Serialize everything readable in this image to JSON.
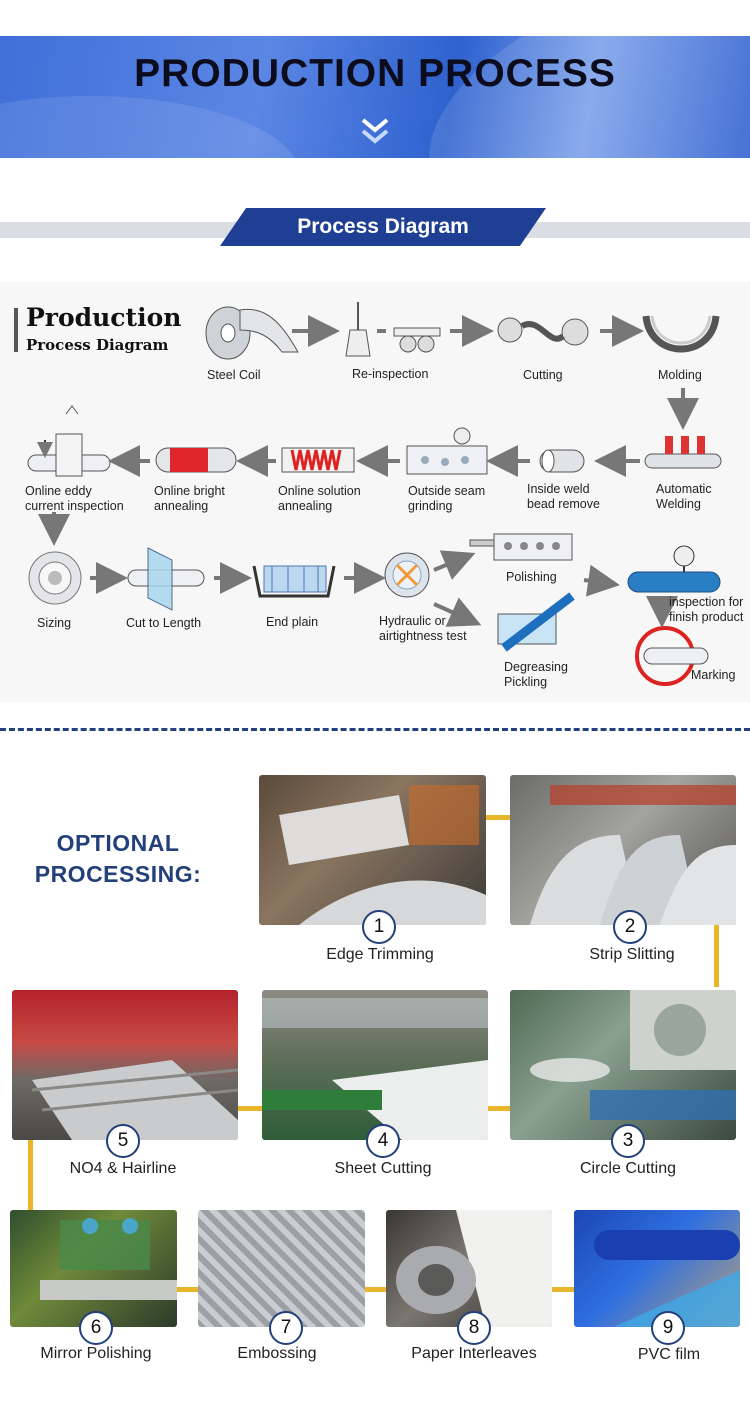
{
  "header": {
    "title": "PRODUCTION PROCESS"
  },
  "section": {
    "ribbon": "Process Diagram"
  },
  "diagram": {
    "title_line1": "Production",
    "title_line2": "Process Diagram",
    "steps": [
      "Steel Coil",
      "Re-inspection",
      "Cutting",
      "Molding",
      "Automatic\nWelding",
      "Inside weld\nbead remove",
      "Outside seam\ngrinding",
      "Online solution\nannealing",
      "Online bright\nannealing",
      "Online eddy\ncurrent inspection",
      "Sizing",
      "Cut to Length",
      "End plain",
      "Hydraulic or\nairtightness test",
      "Polishing",
      "Degreasing\nPickling",
      "inspection for\nfinish product",
      "Marking"
    ]
  },
  "optional": {
    "title": "OPTIONAL\nPROCESSING:",
    "items": [
      {
        "num": "1",
        "label": "Edge Trimming"
      },
      {
        "num": "2",
        "label": "Strip Slitting"
      },
      {
        "num": "3",
        "label": "Circle Cutting"
      },
      {
        "num": "4",
        "label": "Sheet Cutting"
      },
      {
        "num": "5",
        "label": "NO4 & Hairline"
      },
      {
        "num": "6",
        "label": "Mirror Polishing"
      },
      {
        "num": "7",
        "label": "Embossing"
      },
      {
        "num": "8",
        "label": "Paper Interleaves"
      },
      {
        "num": "9",
        "label": "PVC film"
      }
    ]
  },
  "colors": {
    "banner_blue": "#3f6fd8",
    "navy": "#1f3f95",
    "accent_gold": "#e9b52a",
    "heading_blue": "#23407a"
  }
}
